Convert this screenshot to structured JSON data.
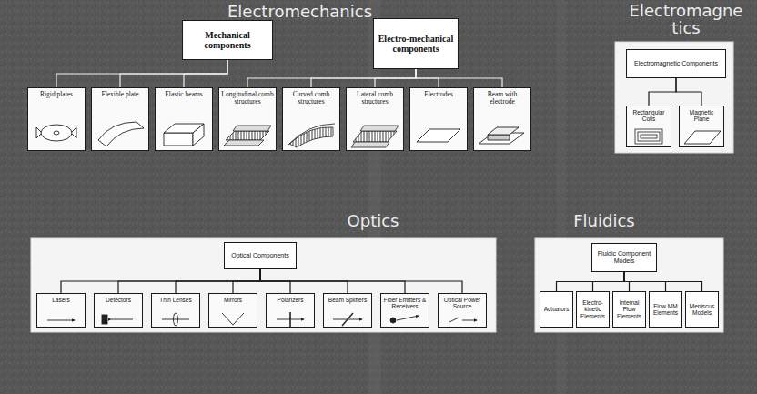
{
  "diagram": {
    "nodes": [
      {
        "text": [
          "Mechanical components"
        ]
      },
      {
        "text": [
          "Rigid plates"
        ]
      },
      {
        "text": [
          "Flexible plate"
        ]
      },
      {
        "text": [
          "Elastic beams"
        ]
      },
      {
        "text": [
          "Electro-mechanical components"
        ]
      },
      {
        "text": [
          "Longitudinal comb structures"
        ]
      },
      {
        "text": [
          "Curved comb structures"
        ]
      },
      {
        "text": [
          "Lateral comb structures"
        ]
      },
      {
        "text": [
          "Electrodes"
        ]
      },
      {
        "text": [
          "Beam with electrode"
        ]
      },
      {
        "text": [
          "Electromagnetic Components"
        ]
      },
      {
        "text": [
          "Rectangular Coils"
        ]
      },
      {
        "text": [
          "Magnetic Plane"
        ]
      },
      {
        "text": [
          "Optical Components"
        ]
      },
      {
        "text": [
          "Lasers"
        ]
      },
      {
        "text": [
          "Detectors"
        ]
      },
      {
        "text": [
          "Thin Lenses"
        ]
      },
      {
        "text": [
          "Mirrors"
        ]
      },
      {
        "text": [
          "Polarizers"
        ]
      },
      {
        "text": [
          "Beam Splitters"
        ]
      },
      {
        "text": [
          "Fiber Emitters & Receivers"
        ]
      },
      {
        "text": [
          "Optical Power Source"
        ]
      },
      {
        "text": [
          "Fluidic Component Models"
        ]
      },
      {
        "text": [
          "Actuators"
        ]
      },
      {
        "text": [
          "Electro-kinetic Elements"
        ]
      },
      {
        "text": [
          "Internal Flow Elements"
        ]
      },
      {
        "text": [
          "Flow MM Elements"
        ]
      },
      {
        "text": [
          "Meniscus Models"
        ]
      }
    ],
    "edges": [
      {
        "from": 0,
        "to": 1,
        "arrow": "none"
      },
      {
        "from": 0,
        "to": 2,
        "arrow": "none"
      },
      {
        "from": 0,
        "to": 3,
        "arrow": "none"
      },
      {
        "from": 4,
        "to": 5,
        "arrow": "none"
      },
      {
        "from": 4,
        "to": 6,
        "arrow": "none"
      },
      {
        "from": 4,
        "to": 7,
        "arrow": "none"
      },
      {
        "from": 4,
        "to": 8,
        "arrow": "none"
      },
      {
        "from": 4,
        "to": 9,
        "arrow": "none"
      },
      {
        "from": 10,
        "to": 11,
        "arrow": "none"
      },
      {
        "from": 10,
        "to": 12,
        "arrow": "none"
      },
      {
        "from": 13,
        "to": 14,
        "arrow": "none"
      },
      {
        "from": 13,
        "to": 15,
        "arrow": "none"
      },
      {
        "from": 13,
        "to": 16,
        "arrow": "none"
      },
      {
        "from": 13,
        "to": 17,
        "arrow": "none"
      },
      {
        "from": 13,
        "to": 18,
        "arrow": "none"
      },
      {
        "from": 13,
        "to": 19,
        "arrow": "none"
      },
      {
        "from": 13,
        "to": 20,
        "arrow": "none"
      },
      {
        "from": 13,
        "to": 21,
        "arrow": "none"
      },
      {
        "from": 22,
        "to": 23,
        "arrow": "none"
      },
      {
        "from": 22,
        "to": 24,
        "arrow": "none"
      },
      {
        "from": 22,
        "to": 25,
        "arrow": "none"
      },
      {
        "from": 22,
        "to": 26,
        "arrow": "none"
      },
      {
        "from": 22,
        "to": 27,
        "arrow": "none"
      }
    ],
    "labels": [
      "Electromechanics",
      "Electromagnetics",
      "Optics",
      "Fluidics"
    ]
  }
}
